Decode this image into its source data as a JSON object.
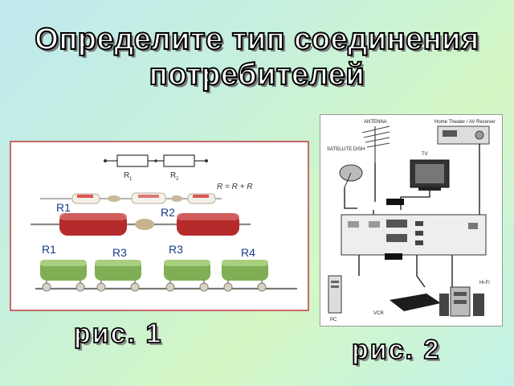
{
  "title": {
    "line1": "Определите тип соединения",
    "line2": "потребителей"
  },
  "figure1": {
    "caption": "рис. 1",
    "schematic_labels": [
      "R",
      "R"
    ],
    "formula": "R   = R + R",
    "component_labels": [
      "R1",
      "R2",
      "R1",
      "R3",
      "R3",
      "R4"
    ]
  },
  "figure2": {
    "caption": "рис. 2",
    "labels": {
      "antenna": "ANTENNA",
      "receiver": "Home Theater / AV Receiver",
      "satellite": "SATELLITE DISH",
      "tv": "TV",
      "hifi": "Hi-Fi",
      "vcr": "VCR",
      "pc": "PC"
    }
  }
}
